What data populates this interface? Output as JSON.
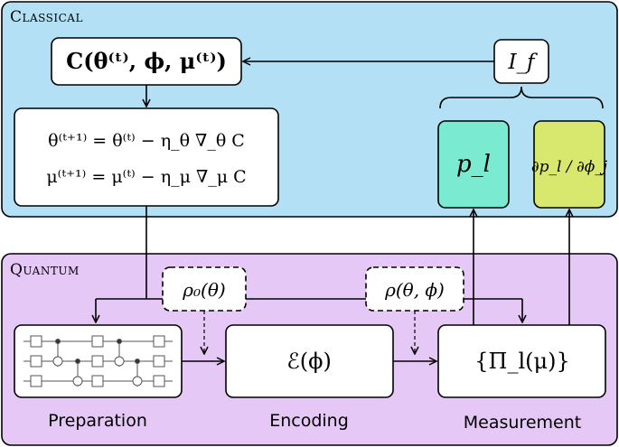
{
  "panels": {
    "classical": {
      "label": "Classical",
      "color": "#b3e0f5"
    },
    "quantum": {
      "label": "Quantum",
      "color": "#e6c8f7"
    }
  },
  "boxes": {
    "cost": {
      "text": "C(θ⁽ᵗ⁾, ϕ, μ⁽ᵗ⁾)"
    },
    "update_theta": {
      "text": "θ⁽ᵗ⁺¹⁾ = θ⁽ᵗ⁾ − η_θ ∇_θ C"
    },
    "update_mu": {
      "text": "μ⁽ᵗ⁺¹⁾ = μ⁽ᵗ⁾ − η_μ ∇_μ C"
    },
    "fisher": {
      "text": "I_f"
    },
    "prob": {
      "text": "p_l",
      "color": "#7aebd0"
    },
    "deriv": {
      "text": "∂p_l / ∂ϕ_j",
      "color": "#d8e86e"
    },
    "rho0": {
      "text": "ρ₀(θ)"
    },
    "rho": {
      "text": "ρ(θ, ϕ)"
    },
    "encoding": {
      "text": "ℰ(ϕ)"
    },
    "measurement": {
      "text": "{Π_l(μ)}"
    }
  },
  "stage_labels": {
    "preparation": "Preparation",
    "encoding": "Encoding",
    "measurement": "Measurement"
  }
}
